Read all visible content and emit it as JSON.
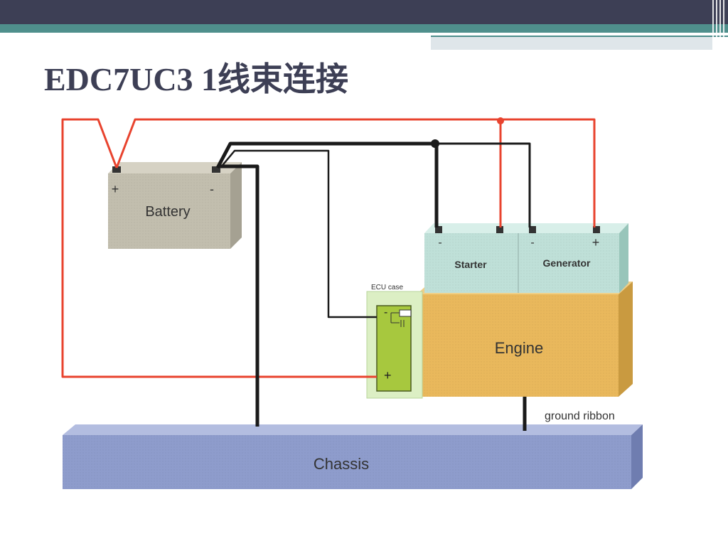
{
  "slide": {
    "title": "EDC7UC3 1线束连接"
  },
  "diagram": {
    "battery": {
      "label": "Battery",
      "plus": "+",
      "minus": "-"
    },
    "starter": {
      "label": "Starter",
      "minus": "-"
    },
    "generator": {
      "label": "Generator",
      "minus": "-",
      "plus": "+"
    },
    "ecu": {
      "label": "ECU case",
      "minus": "-",
      "plus": "+"
    },
    "engine": {
      "label": "Engine"
    },
    "ground_ribbon": {
      "label": "ground ribbon"
    },
    "chassis": {
      "label": "Chassis"
    },
    "colors": {
      "positive_wire": "#e8432e",
      "ground_wire": "#1a1a1a",
      "battery": "#c2beae",
      "starter_generator": "#bfe0d8",
      "engine": "#e9b85c",
      "ecu_case": "#dcefc4",
      "ecu_board": "#a7c83e",
      "chassis": "#8e9ccc",
      "title": "#3d3f55",
      "header_dark": "#3d3f55",
      "header_teal": "#4f8f8c"
    }
  }
}
